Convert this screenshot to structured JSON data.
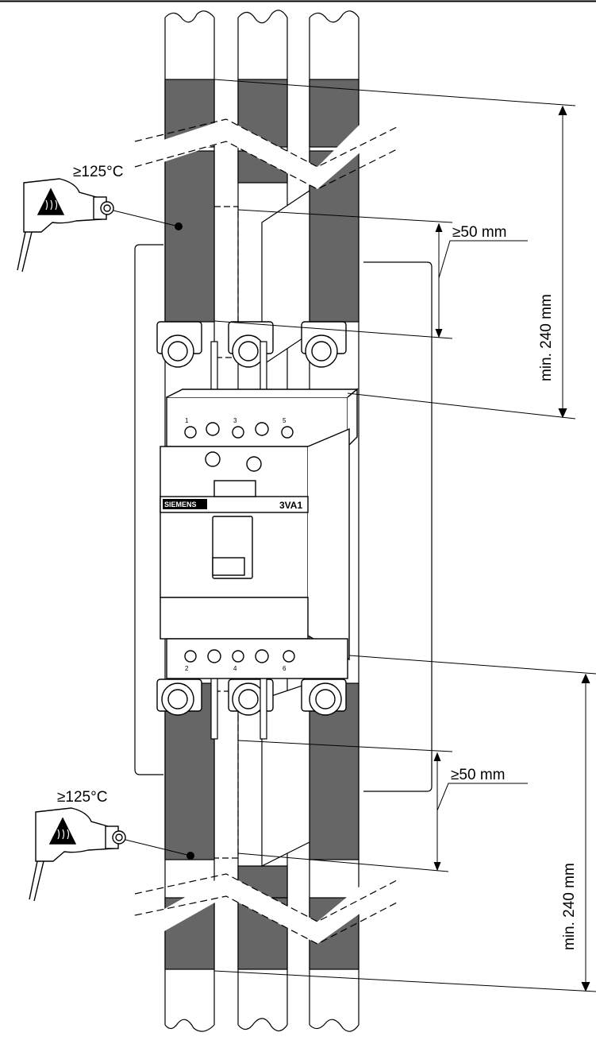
{
  "labels": {
    "temp_top": "≥125°C",
    "temp_bottom": "≥125°C",
    "clearance_top": "≥50 mm",
    "clearance_bottom": "≥50 mm",
    "min_length_top": "min. 240 mm",
    "min_length_bottom": "min. 240 mm"
  },
  "breaker": {
    "brand": "SIEMENS",
    "model": "3VA1",
    "terminals_top": [
      "1",
      "3",
      "5"
    ],
    "terminals_bottom": [
      "2",
      "4",
      "6"
    ]
  },
  "colors": {
    "insulation": "#666666",
    "outline": "#000000",
    "background": "#ffffff"
  },
  "icons": {
    "heat_gun": "heat-gun-icon",
    "hot_surface_warning": "hot-surface-warning-icon"
  }
}
